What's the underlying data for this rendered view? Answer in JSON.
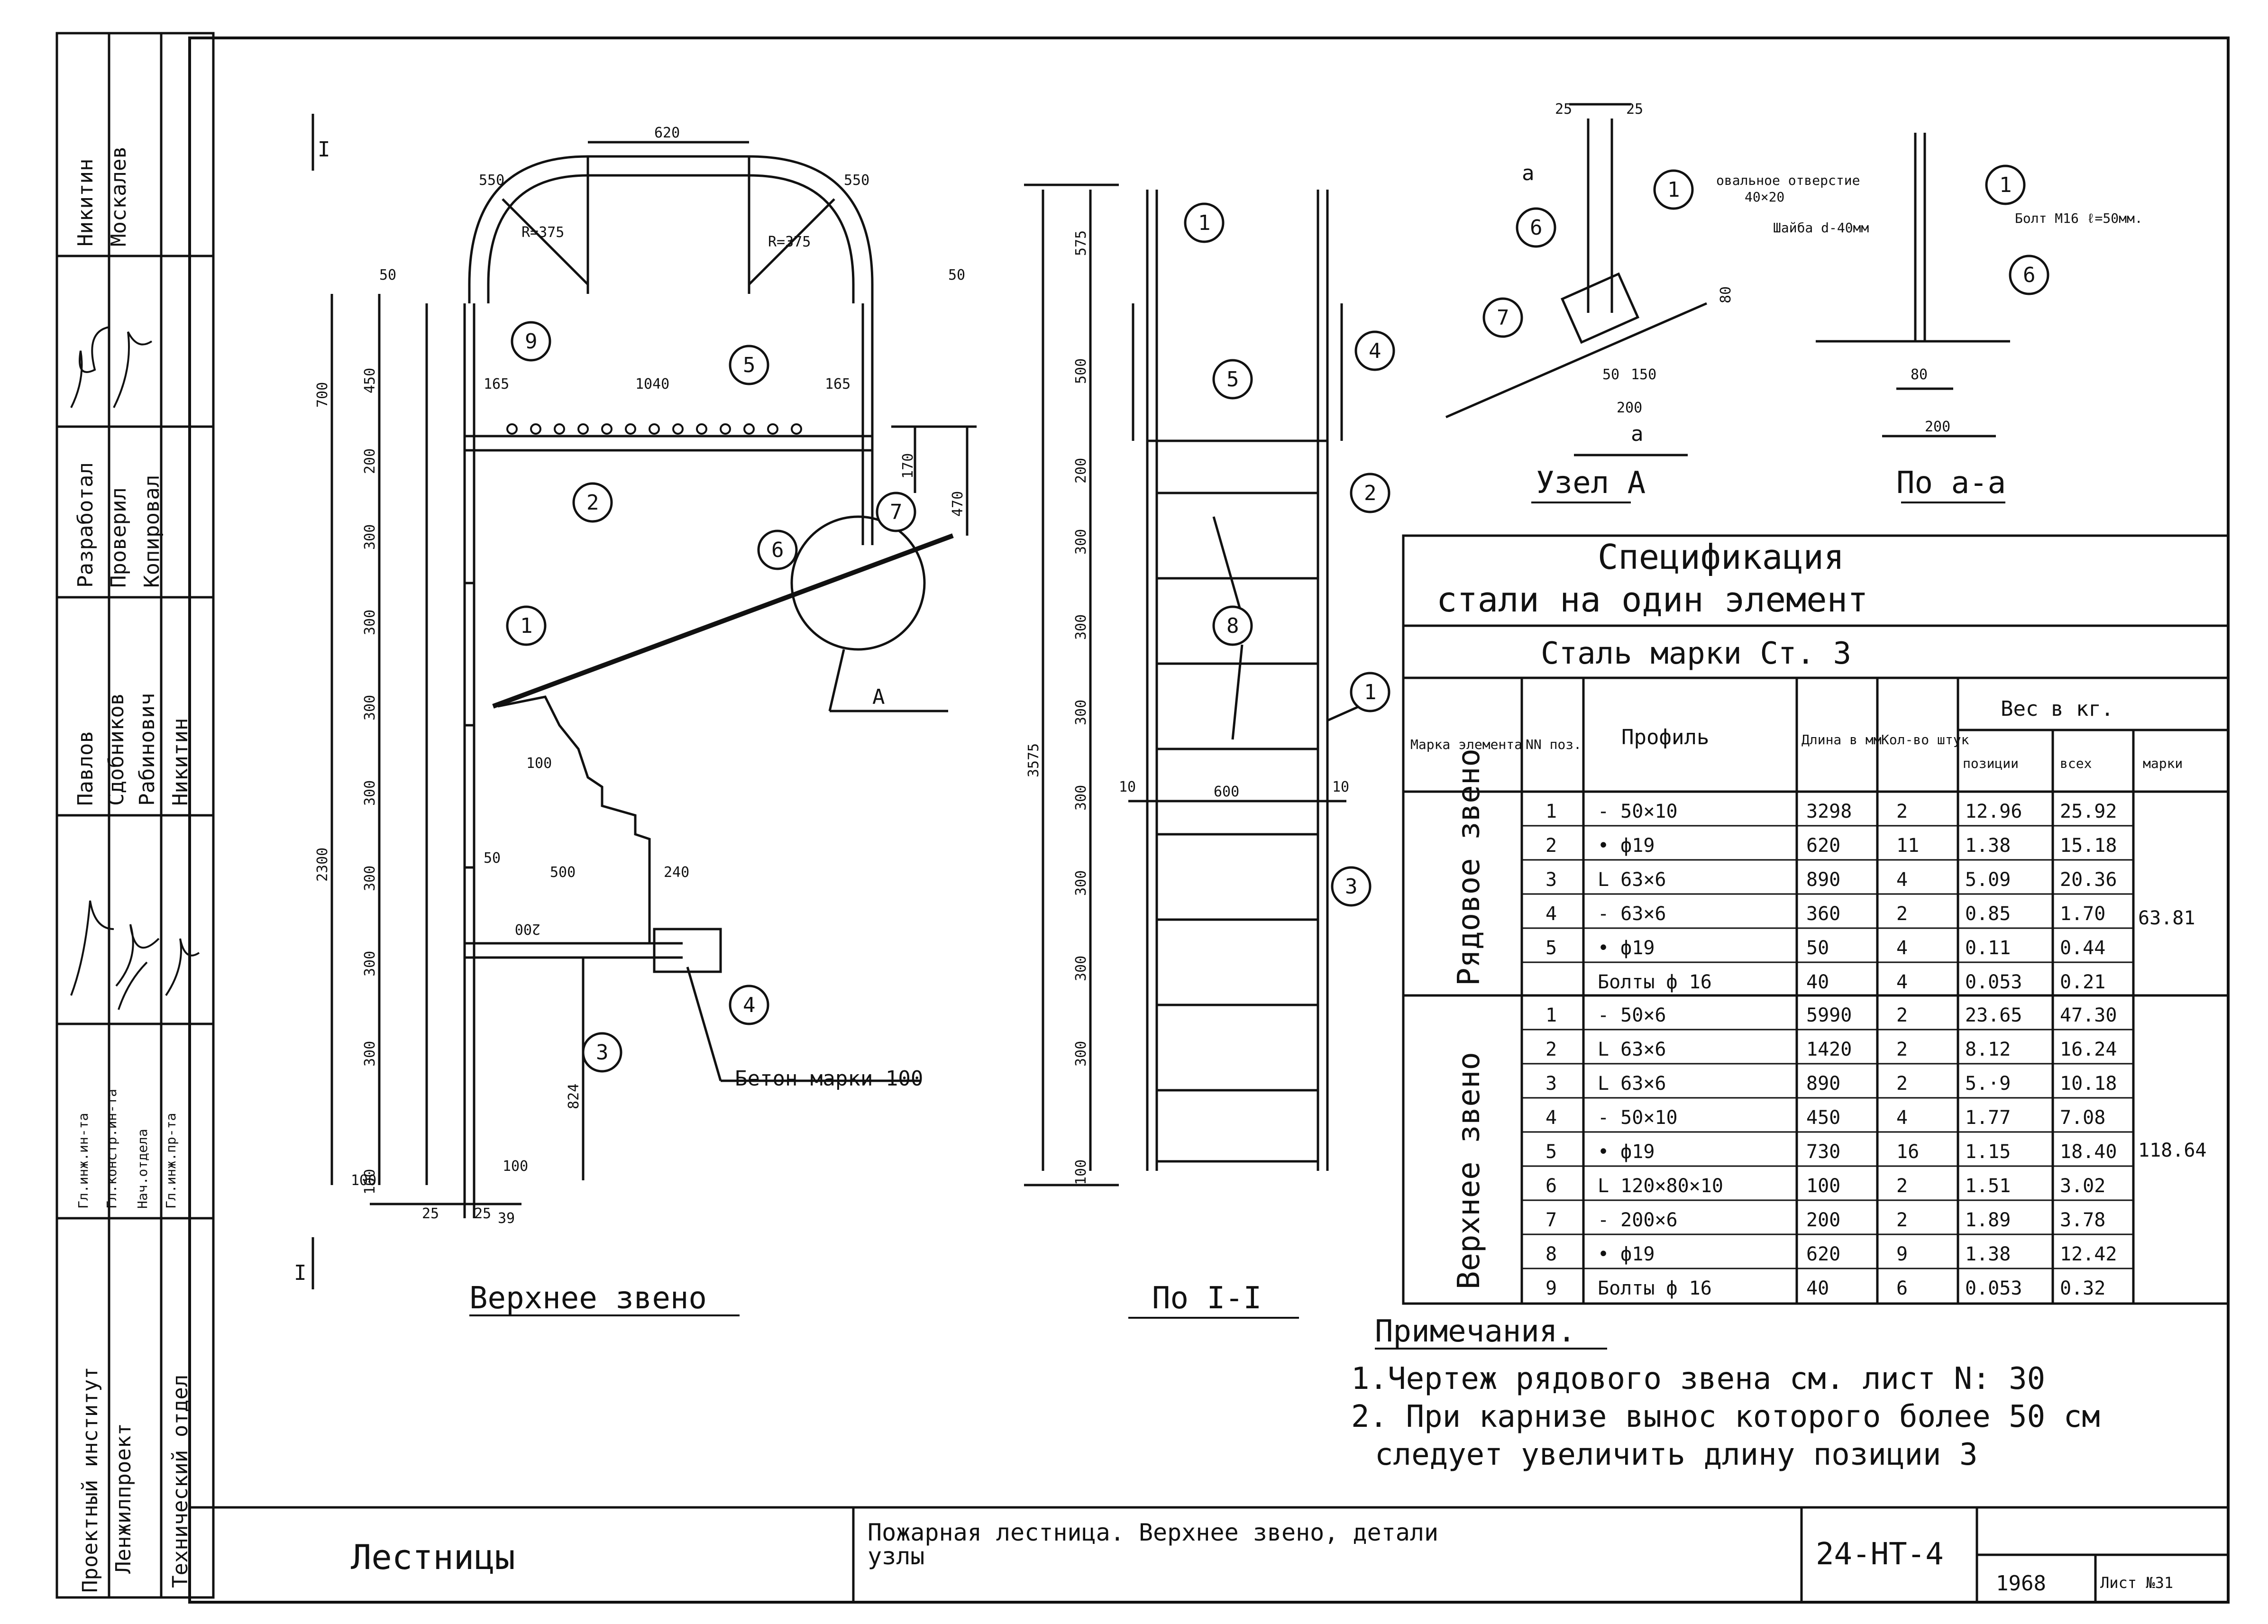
{
  "stamp": {
    "institute_line1": "Проектный институт",
    "institute_line2": "Ленжилпроект",
    "department": "Технический отдел",
    "roles": [
      "Гл.инж.ин-та",
      "Гл.констр.ин-та",
      "Нач.отдела",
      "Гл.инж.пр-та"
    ],
    "names_a": [
      "Павлов",
      "Сдобников",
      "Рабинович",
      "Никитин"
    ],
    "roles2": [
      "Разработал",
      "Проверил",
      "Копировал"
    ],
    "names_b": [
      "Никитин",
      "Москалев"
    ]
  },
  "title_block": {
    "name": "Лестницы",
    "description_line1": "Пожарная лестница. Верхнее звено, детали",
    "description_line2": "узлы",
    "code": "24-НТ-4",
    "year": "1968",
    "sheet": "Лист №31"
  },
  "views": {
    "upper": {
      "caption": "Верхнее звено",
      "section_mark": "I",
      "node_label": "A",
      "concrete_note": "Бетон марки 100",
      "dims": {
        "top_width": "620",
        "arc_left": "550",
        "arc_right": "550",
        "radius_left": "R=375",
        "radius_right": "R=375",
        "h50a": "50",
        "h50b": "50",
        "v700": "700",
        "v450": "450",
        "v200": "200",
        "v300": [
          "300",
          "300",
          "300",
          "300",
          "300",
          "300",
          "300"
        ],
        "v2300": "2300",
        "v100": "100",
        "span165a": "165",
        "span1040": "1040",
        "span165b": "165",
        "v170": "170",
        "v470": "470",
        "step100": "100",
        "w50": "50",
        "w500": "500",
        "w240": "240",
        "w200": "200",
        "v824": "824",
        "b100a": "100",
        "b100b": "100",
        "b25a": "25",
        "b25b": "25",
        "b39": "39"
      },
      "markers": [
        "1",
        "2",
        "3",
        "4",
        "5",
        "6",
        "7",
        "9"
      ]
    },
    "section": {
      "caption": "По I-I",
      "dims": {
        "v575": "575",
        "v500": "500",
        "v200": "200",
        "v300": [
          "300",
          "300",
          "300",
          "300",
          "300",
          "300",
          "300"
        ],
        "v3575": "3575",
        "w600": "600",
        "w10a": "10",
        "w10b": "10",
        "v100": "100"
      },
      "markers": [
        "1",
        "1",
        "2",
        "3",
        "4",
        "5",
        "8"
      ]
    },
    "node": {
      "caption": "Узел А",
      "dims": {
        "d25a": "25",
        "d25b": "25",
        "d80": "80",
        "d50": "50",
        "d150": "150",
        "d200": "200"
      },
      "notes": {
        "oval_hole": "овальное отверстие",
        "oval_size": "40×20"
      },
      "cut": "a",
      "markers": [
        "1",
        "6",
        "7"
      ]
    },
    "section_aa": {
      "caption": "По а-а",
      "notes": {
        "washer": "Шайба d-40мм",
        "bolt": "Болт М16 ℓ=50мм."
      },
      "dims": {
        "d80": "80",
        "d200": "200"
      },
      "markers": [
        "1",
        "6"
      ]
    }
  },
  "spec": {
    "title1": "Спецификация",
    "title2": "стали на один элемент",
    "steel": "Сталь марки Ст. 3",
    "headers": {
      "mark": "Марка элемента",
      "pos": "NN поз.",
      "profile": "Профиль",
      "length": "Длина в мм",
      "qty": "Кол-во штук",
      "weight": "Вес в кг.",
      "w_pos": "позиции",
      "w_all": "всех",
      "w_mark": "марки"
    },
    "groups": [
      {
        "name": "Рядовое звено",
        "total": "63.81",
        "rows": [
          [
            "1",
            "- 50×10",
            "3298",
            "2",
            "12.96",
            "25.92"
          ],
          [
            "2",
            "• ф19",
            "620",
            "11",
            "1.38",
            "15.18"
          ],
          [
            "3",
            "L 63×6",
            "890",
            "4",
            "5.09",
            "20.36"
          ],
          [
            "4",
            "- 63×6",
            "360",
            "2",
            "0.85",
            "1.70"
          ],
          [
            "5",
            "• ф19",
            "50",
            "4",
            "0.11",
            "0.44"
          ],
          [
            "",
            "Болты ф 16",
            "40",
            "4",
            "0.053",
            "0.21"
          ]
        ]
      },
      {
        "name": "Верхнее звено",
        "total": "118.64",
        "rows": [
          [
            "1",
            "- 50×6",
            "5990",
            "2",
            "23.65",
            "47.30"
          ],
          [
            "2",
            "L 63×6",
            "1420",
            "2",
            "8.12",
            "16.24"
          ],
          [
            "3",
            "L 63×6",
            "890",
            "2",
            "5.·9",
            "10.18"
          ],
          [
            "4",
            "- 50×10",
            "450",
            "4",
            "1.77",
            "7.08"
          ],
          [
            "5",
            "• ф19",
            "730",
            "16",
            "1.15",
            "18.40"
          ],
          [
            "6",
            "L 120×80×10",
            "100",
            "2",
            "1.51",
            "3.02"
          ],
          [
            "7",
            "- 200×6",
            "200",
            "2",
            "1.89",
            "3.78"
          ],
          [
            "8",
            "• ф19",
            "620",
            "9",
            "1.38",
            "12.42"
          ],
          [
            "9",
            "Болты ф 16",
            "40",
            "6",
            "0.053",
            "0.32"
          ]
        ]
      }
    ]
  },
  "notes": {
    "title": "Примечания.",
    "items": [
      "1.Чертеж рядового звена см. лист N: 30",
      "2. При карнизе вынос которого более 50 см",
      "следует увеличить длину позиции 3"
    ]
  }
}
